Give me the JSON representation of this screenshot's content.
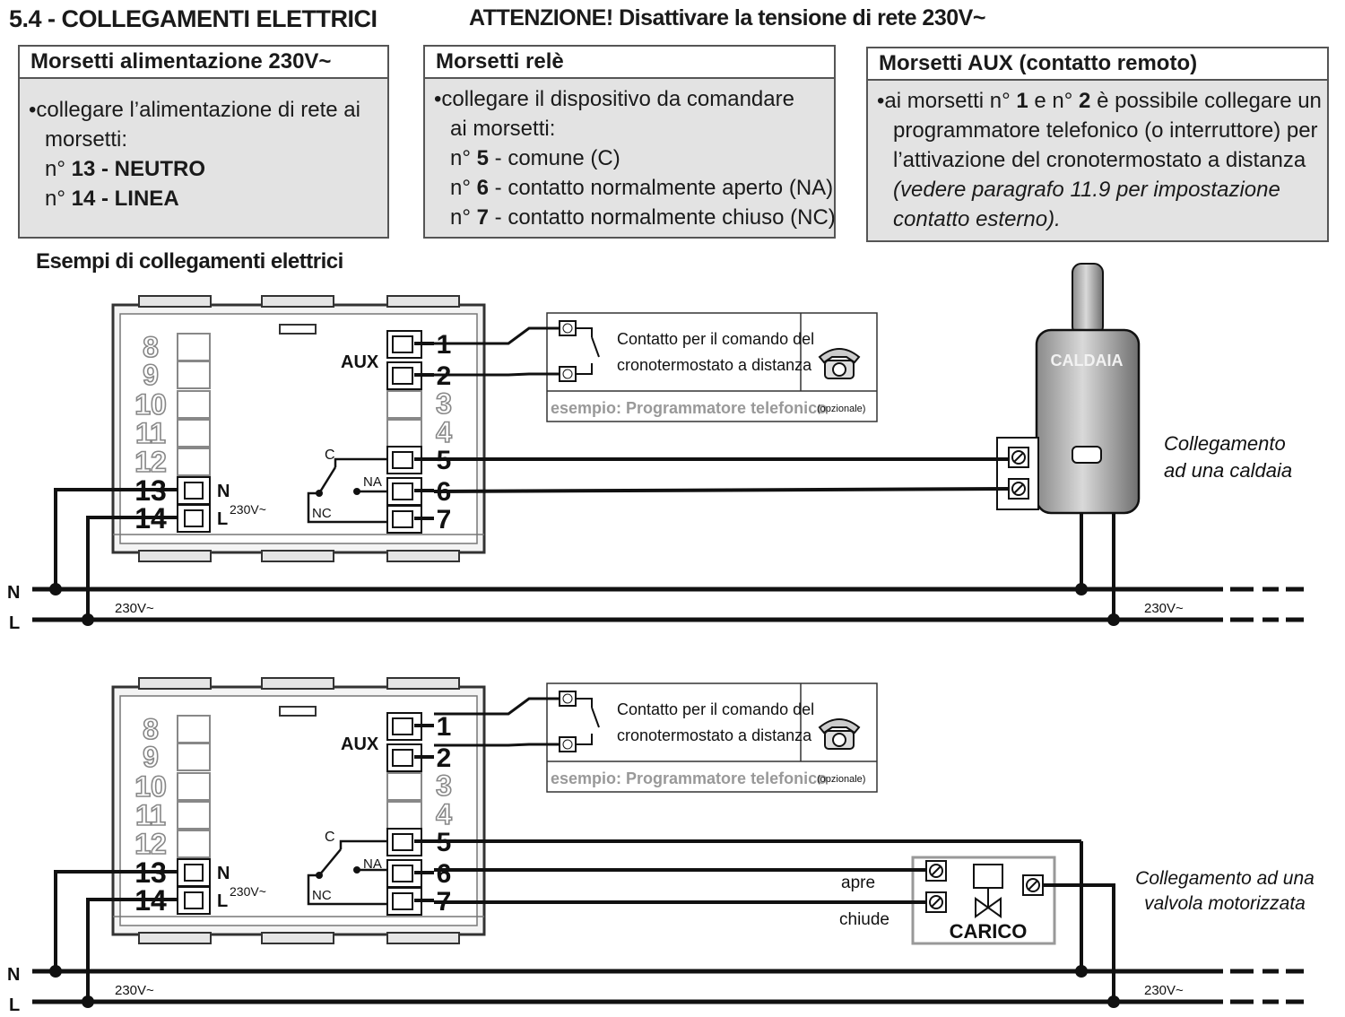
{
  "section_title": "5.4 - COLLEGAMENTI ELETTRICI",
  "warning": "ATTENZIONE! Disattivare la tensione di rete 230V~",
  "boxes": {
    "power": {
      "title": "Morsetti alimentazione 230V~",
      "line1": "collegare l’alimentazione di rete ai",
      "line2": "morsetti:",
      "t13_prefix": "n° ",
      "t13_bold": "13 - NEUTRO",
      "t14_prefix": "n° ",
      "t14_bold": "14 - LINEA"
    },
    "relay": {
      "title": "Morsetti relè",
      "line1": "collegare il dispositivo da comandare",
      "line2": "ai morsetti:",
      "r5_prefix": "n° ",
      "r5_num": "5",
      "r5_text": " - comune (C)",
      "r6_prefix": "n° ",
      "r6_num": "6",
      "r6_text": " - contatto normalmente aperto (NA)",
      "r7_prefix": "n° ",
      "r7_num": "7",
      "r7_text": " - contatto normalmente chiuso (NC)"
    },
    "aux": {
      "title": "Morsetti AUX (contatto remoto)",
      "l1a": "ai morsetti n° ",
      "l1b": "1",
      "l1c": " e n° ",
      "l1d": "2",
      "l1e": " è possibile collegare un",
      "line2": "programmatore telefonico (o interruttore) per",
      "line3": "l’attivazione del cronotermostato a distanza",
      "line4": "(vedere paragrafo 11.9 per impostazione",
      "line5": "contatto esterno)."
    }
  },
  "examples_title": "Esempi di collegamenti elettrici",
  "terminal_left": [
    "8",
    "9",
    "10",
    "11",
    "12",
    "13",
    "14"
  ],
  "terminal_right": [
    "1",
    "2",
    "3",
    "4",
    "5",
    "6",
    "7"
  ],
  "aux_label": "AUX",
  "relay_labels": {
    "c": "C",
    "na": "NA",
    "nc": "NC"
  },
  "power_labels": {
    "n": "N",
    "l": "L",
    "v": "230V~"
  },
  "phone_box": {
    "line1": "Contatto per il comando del",
    "line2": "cronotermostato a distanza",
    "example": "esempio: Programmatore telefonico",
    "optional": "(opzionale)"
  },
  "bus_labels": {
    "n": "N",
    "l": "L",
    "v": "230V~"
  },
  "boiler": {
    "label": "CALDAIA",
    "caption1": "Collegamento",
    "caption2": "ad una caldaia"
  },
  "valve": {
    "label": "CARICO",
    "open": "apre",
    "close": "chiude",
    "caption1": "Collegamento ad una",
    "caption2": "valvola motorizzata"
  }
}
